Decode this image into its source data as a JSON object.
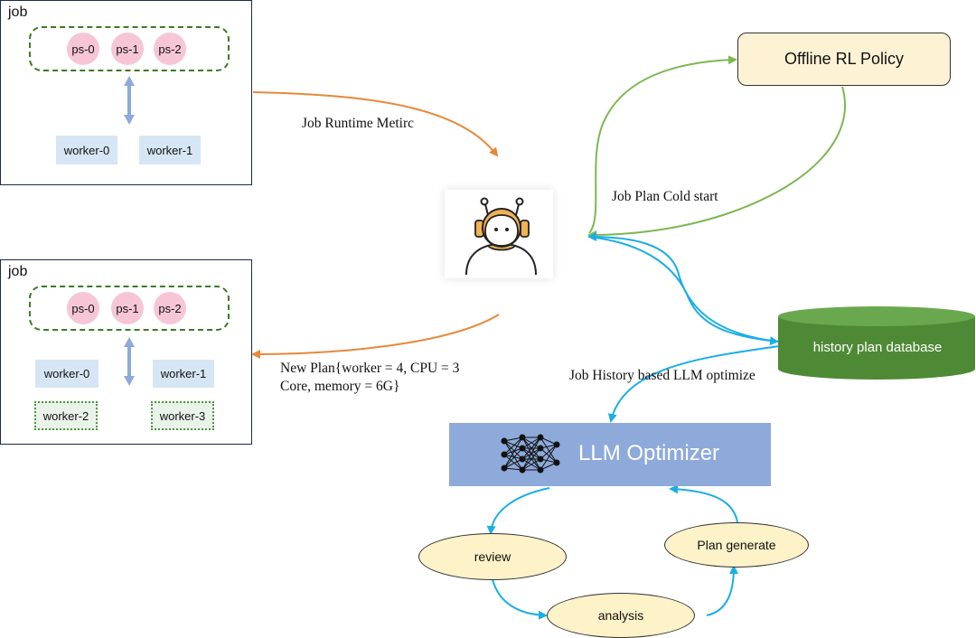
{
  "job_top": {
    "label": "job",
    "ps": [
      "ps-0",
      "ps-1",
      "ps-2"
    ],
    "workers": [
      "worker-0",
      "worker-1"
    ]
  },
  "job_bottom": {
    "label": "job",
    "ps": [
      "ps-0",
      "ps-1",
      "ps-2"
    ],
    "workers": [
      "worker-0",
      "worker-1"
    ],
    "new_workers": [
      "worker-2",
      "worker-3"
    ]
  },
  "labels": {
    "runtime_metric": "Job Runtime Metirc",
    "new_plan_line1": "New Plan{worker = 4, CPU = 3",
    "new_plan_line2": "Core, memory = 6G}",
    "cold_start": "Job Plan Cold start",
    "history_llm": "Job History based LLM optimize"
  },
  "offline_policy": "Offline RL Policy",
  "history_db": "history plan database",
  "llm_optimizer": "LLM Optimizer",
  "loop": {
    "review": "review",
    "analysis": "analysis",
    "plan_generate": "Plan generate"
  },
  "icons": {
    "agent": "robot-agent-icon",
    "neural_net": "neural-network-icon"
  },
  "colors": {
    "orange_arrow": "#e8883a",
    "green_arrow": "#7db752",
    "blue_arrow": "#1aaee6",
    "db_green": "#4e8a35",
    "llm_blue": "#8eaadb",
    "ps_pink": "#f7c6d6",
    "worker_blue": "#d6e6f4"
  }
}
